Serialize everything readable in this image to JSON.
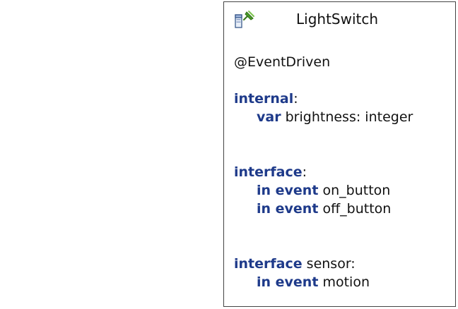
{
  "statechart": {
    "title": "LightSwitch",
    "icon": "statechart-icon",
    "annotation": "@EventDriven",
    "internal_section": {
      "keyword": "internal",
      "colon": ":",
      "declarations": [
        {
          "keyword": "var",
          "text": "brightness: integer"
        }
      ]
    },
    "interface_default": {
      "keyword": "interface",
      "colon": ":",
      "declarations": [
        {
          "keyword": "in event",
          "text": "on_button"
        },
        {
          "keyword": "in event",
          "text": "off_button"
        }
      ]
    },
    "interface_sensor": {
      "keyword": "interface",
      "name": " sensor:",
      "declarations": [
        {
          "keyword": "in event",
          "text": "motion"
        }
      ]
    }
  },
  "colors": {
    "keyword": "#1e3a8a",
    "text": "#111111",
    "border": "#444444",
    "icon_green": "#4a9a2a"
  }
}
